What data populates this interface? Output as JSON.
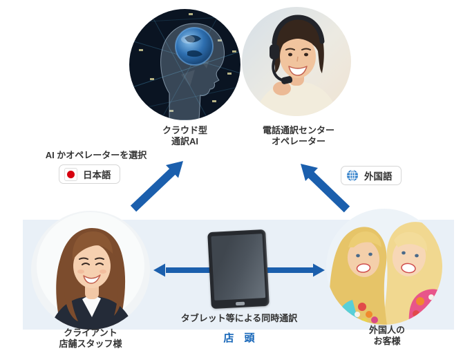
{
  "top_row": {
    "ai_node": {
      "line1": "クラウド型",
      "line2": "通訳AI",
      "image": "cloud-ai-cyborg-head-photo"
    },
    "operator_node": {
      "line1": "電話通訳センター",
      "line2": "オペレーター",
      "image": "call-center-operator-photo"
    }
  },
  "middle": {
    "select_text": "AI かオペレーターを選択",
    "japanese_badge": {
      "icon": "japan-flag-icon",
      "label": "日本語"
    },
    "foreign_badge": {
      "icon": "globe-icon",
      "label": "外国語"
    }
  },
  "bottom_row": {
    "staff_node": {
      "line1": "クライアント",
      "line2": "店舗スタッフ様",
      "image": "store-staff-photo"
    },
    "customers_node": {
      "line1": "外国人の",
      "line2": "お客様",
      "image": "foreign-customers-photo"
    },
    "tablet_caption": "タブレット等による同時通訳",
    "store_label": "店　頭"
  },
  "connections": [
    "staff-to-cloud-ai-arrow",
    "customers-to-operator-arrow",
    "tablet-to-staff-arrow",
    "tablet-to-customers-arrow"
  ],
  "colors": {
    "arrow_blue": "#1b5fad",
    "band_background": "#e9f0f7",
    "store_label_blue": "#1565b8",
    "japan_flag_red": "#d7000f",
    "globe_blue": "#2b7cc9",
    "label_text": "#333333"
  }
}
